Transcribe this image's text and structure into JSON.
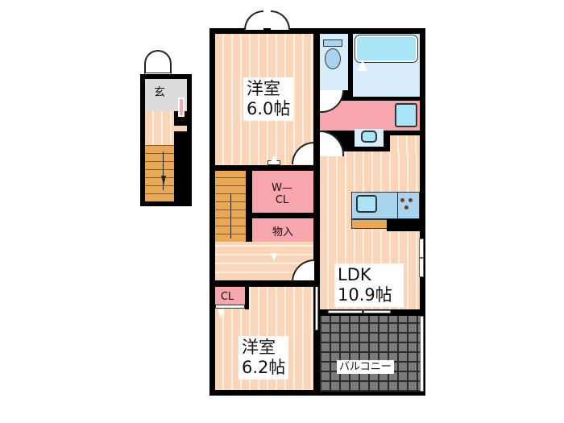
{
  "floor_plan": {
    "rooms": [
      {
        "id": "western-room-1",
        "name": "洋室",
        "size": "6.0帖"
      },
      {
        "id": "western-room-2",
        "name": "洋室",
        "size": "6.2帖"
      },
      {
        "id": "ldk",
        "name": "LDK",
        "size": "10.9帖"
      },
      {
        "id": "walk-in-closet",
        "name": "W—\nCL",
        "line1": "W—",
        "line2": "CL"
      },
      {
        "id": "storage",
        "name": "物入"
      },
      {
        "id": "closet",
        "name": "CL"
      },
      {
        "id": "entrance",
        "name": "玄"
      },
      {
        "id": "balcony",
        "name": "バルコニー"
      }
    ],
    "fixtures": [
      "toilet",
      "bathtub",
      "washbasin",
      "washing-machine-space",
      "kitchen-sink",
      "stove",
      "stairs"
    ],
    "colors": {
      "wall": "#000000",
      "floor_wood": "#fbd5b8",
      "floor_stripe": "#fff1e6",
      "closet_pink": "#f7a6ad",
      "wet_area_blue": "#d8ecfb",
      "fixture_cyan": "#a8e4f5",
      "stairs_orange": "#e9a954",
      "balcony_grey": "#7a7a7a",
      "entrance_grey": "#dcdcdc"
    }
  }
}
